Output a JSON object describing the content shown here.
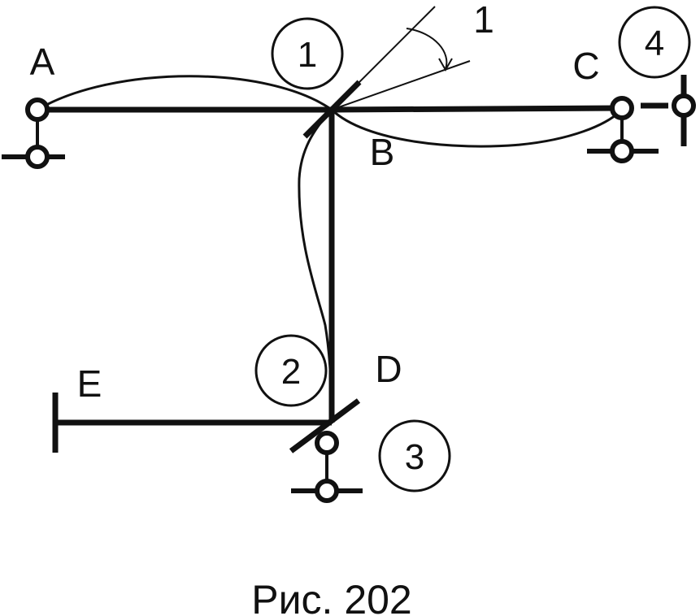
{
  "figure": {
    "caption": "Рис. 202",
    "angle_label": "1",
    "points": {
      "A": "A",
      "B": "B",
      "C": "C",
      "D": "D",
      "E": "E"
    },
    "markers": {
      "m1": "1",
      "m2": "2",
      "m3": "3",
      "m4": "4"
    }
  },
  "colors": {
    "ink": "#111111",
    "background": "#ffffff"
  }
}
